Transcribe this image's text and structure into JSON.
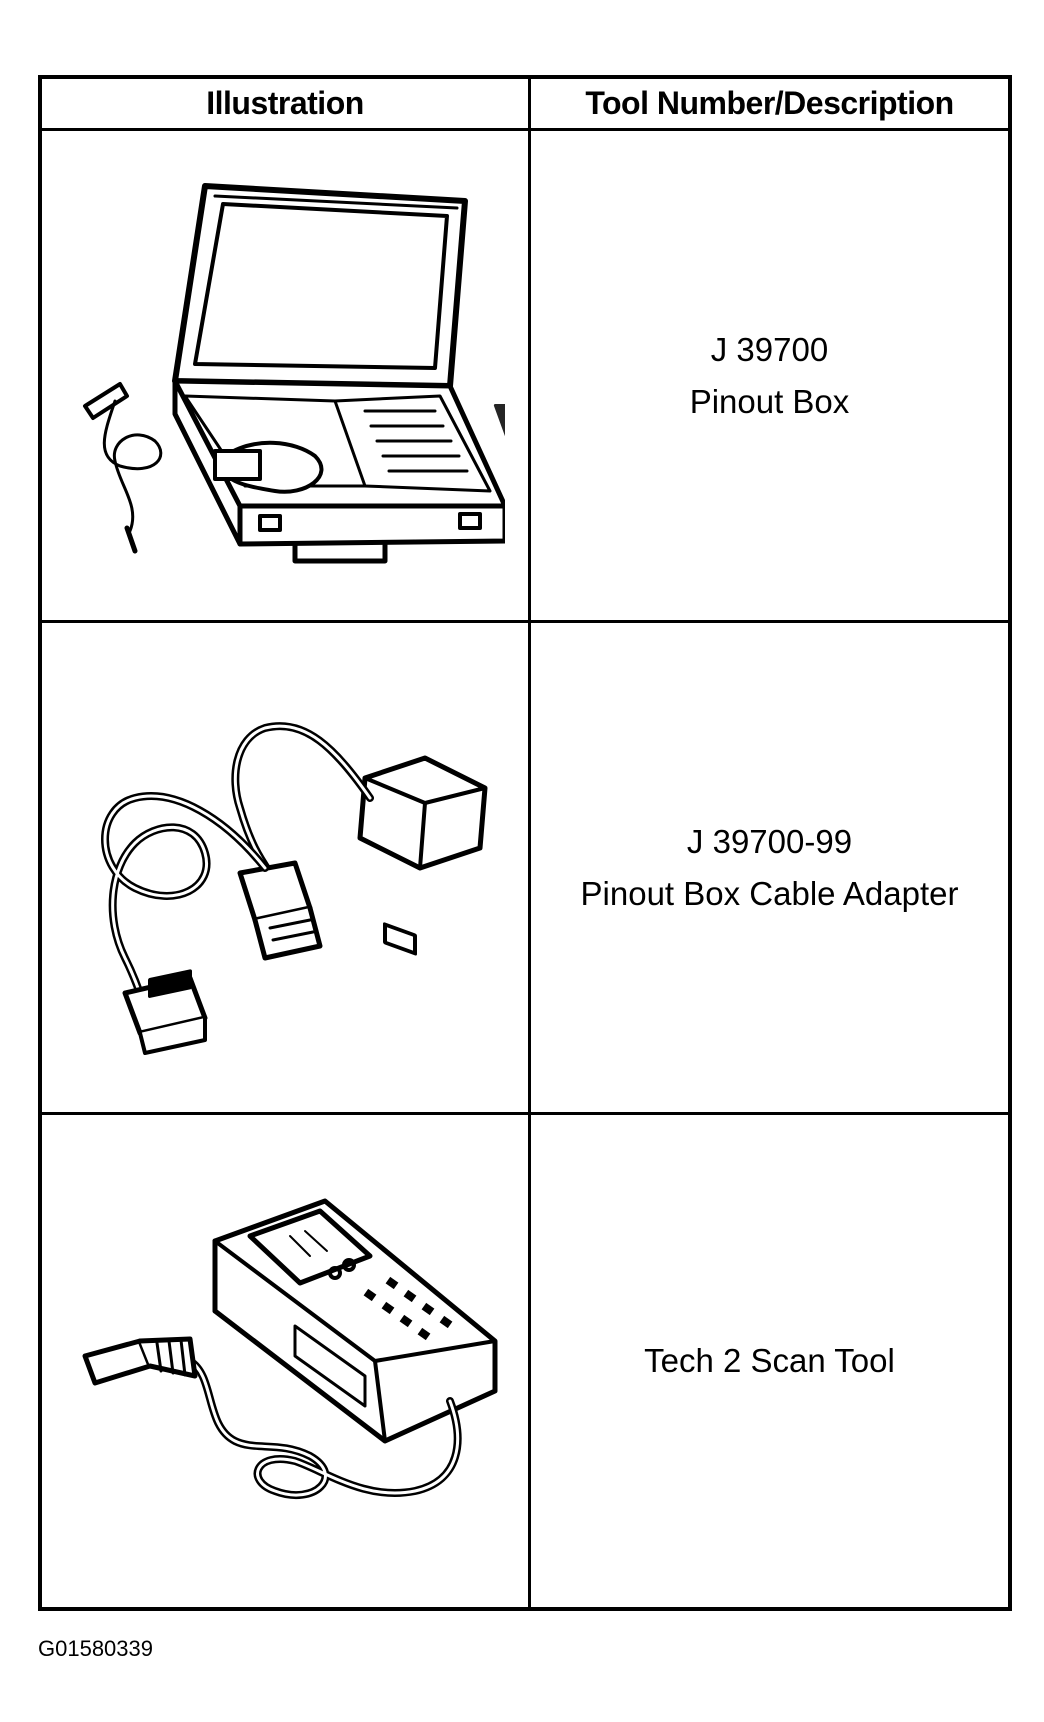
{
  "table": {
    "headers": {
      "illustration": "Illustration",
      "description": "Tool Number/Description"
    },
    "rows": [
      {
        "illustration_icon": "pinout-box-case-icon",
        "tool_number": "J 39700",
        "tool_name": "Pinout Box"
      },
      {
        "illustration_icon": "cable-adapter-icon",
        "tool_number": "J 39700-99",
        "tool_name": "Pinout Box Cable Adapter"
      },
      {
        "illustration_icon": "scan-tool-icon",
        "tool_number": "",
        "tool_name": "Tech 2 Scan Tool"
      }
    ]
  },
  "figure_code": "G01580339"
}
